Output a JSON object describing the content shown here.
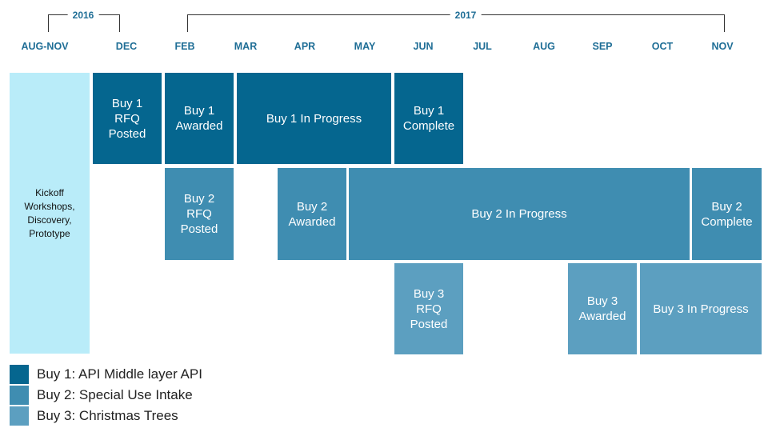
{
  "years": [
    {
      "id": "2016",
      "label": "2016"
    },
    {
      "id": "2017",
      "label": "2017"
    }
  ],
  "months": [
    "AUG-NOV",
    "DEC",
    "FEB",
    "MAR",
    "APR",
    "MAY",
    "JUN",
    "JUL",
    "AUG",
    "SEP",
    "OCT",
    "NOV"
  ],
  "blocks": {
    "kickoff": "Kickoff\nWorkshops,\nDiscovery,\nPrototype",
    "buy1_rfq": "Buy 1\nRFQ\nPosted",
    "buy1_awarded": "Buy 1\nAwarded",
    "buy1_inprogress": "Buy 1 In Progress",
    "buy1_complete": "Buy 1\nComplete",
    "buy2_rfq": "Buy 2\nRFQ\nPosted",
    "buy2_awarded": "Buy 2\nAwarded",
    "buy2_inprogress": "Buy 2 In Progress",
    "buy2_complete": "Buy 2\nComplete",
    "buy3_rfq": "Buy 3\nRFQ\nPosted",
    "buy3_awarded": "Buy 3\nAwarded",
    "buy3_inprogress": "Buy 3 In Progress"
  },
  "legend": [
    {
      "label": "Buy 1: API Middle layer API",
      "color": "#05668f"
    },
    {
      "label": "Buy 2: Special Use Intake",
      "color": "#3f8db1"
    },
    {
      "label": "Buy 3: Christmas Trees",
      "color": "#5c9fc0"
    }
  ],
  "colors": {
    "buy1": "#05668f",
    "buy2": "#3f8db1",
    "buy3": "#5c9fc0",
    "kickoff": "#b9ecf9",
    "header_text": "#1f6e96"
  }
}
